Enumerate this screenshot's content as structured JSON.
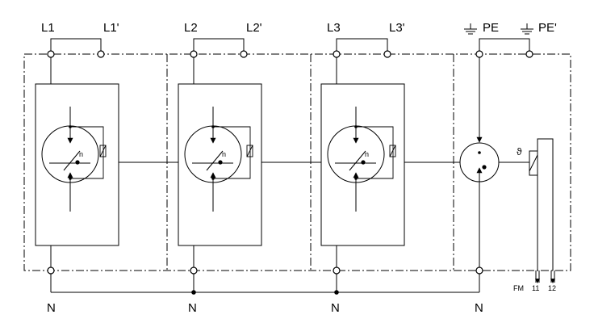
{
  "diagram": {
    "modules": [
      {
        "in": "L1",
        "out": "L1'",
        "spd_mark": "n"
      },
      {
        "in": "L2",
        "out": "L2'",
        "spd_mark": "n"
      },
      {
        "in": "L3",
        "out": "L3'",
        "spd_mark": "n"
      }
    ],
    "pe_module": {
      "in": "PE",
      "out": "PE'"
    },
    "neutral_labels": [
      "N",
      "N",
      "N",
      "N"
    ],
    "thermal_symbol": "ϑ",
    "remote_signal": {
      "label": "FM",
      "contacts": [
        "11",
        "12"
      ]
    }
  }
}
